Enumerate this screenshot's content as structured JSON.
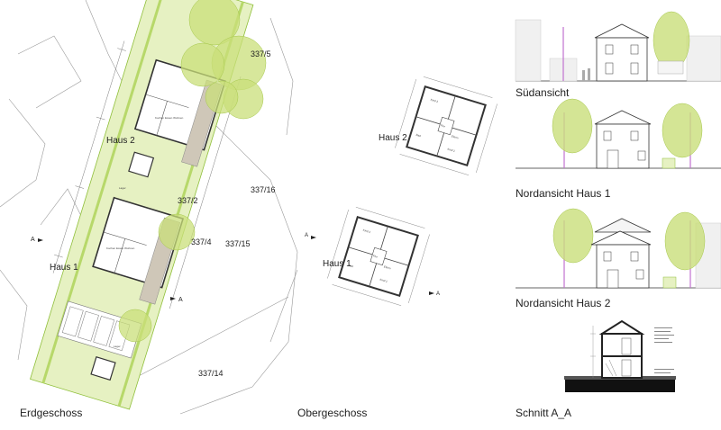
{
  "captions": {
    "erdgeschoss": "Erdgeschoss",
    "obergeschoss": "Obergeschoss",
    "suedansicht": "Südansicht",
    "nord1": "Nordansicht Haus 1",
    "nord2": "Nordansicht Haus 2",
    "schnitt": "Schnitt A_A"
  },
  "parcels": {
    "p5": "337/5",
    "p16": "337/16",
    "p2": "337/2",
    "p4": "337/4",
    "p15": "337/15",
    "p14": "337/14"
  },
  "houses": {
    "h2": "Haus 2",
    "h1": "Haus 1"
  },
  "rooms": {
    "kueche": "Kochen Essen Wohnen",
    "lager": "Lager",
    "flur": "Flur",
    "kind1": "Kind 1",
    "kind2": "Kind 2",
    "bad": "Bad",
    "eltern": "Eltern"
  },
  "section_marks": {
    "a": "A"
  },
  "colors": {
    "green_fill": "#e6f1c2",
    "tree": "#c9df7a",
    "pavement": "#cfc7b8",
    "line": "#555555"
  }
}
